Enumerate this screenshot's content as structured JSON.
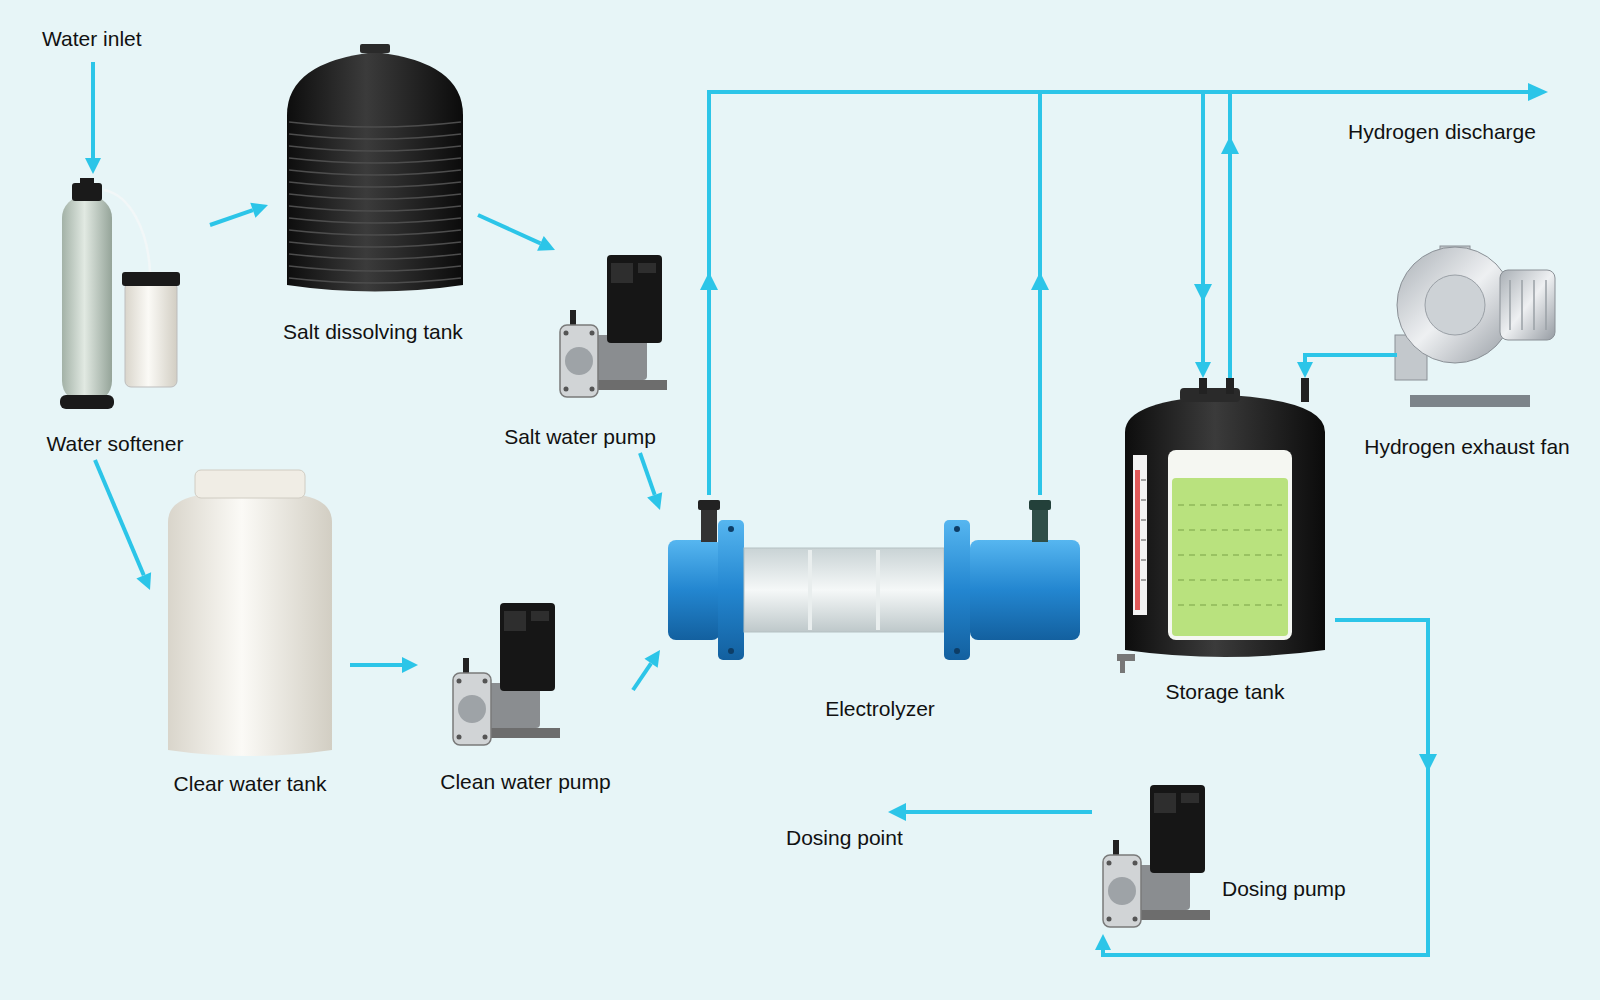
{
  "diagram": {
    "nodes": [
      {
        "text": [
          "Water softener"
        ]
      },
      {
        "text": [
          "Salt dissolving tank"
        ]
      },
      {
        "text": [
          "Salt water pump"
        ]
      },
      {
        "text": [
          "Clear water tank"
        ]
      },
      {
        "text": [
          "Clean water pump"
        ]
      },
      {
        "text": [
          "Electrolyzer"
        ]
      },
      {
        "text": [
          "Storage tank"
        ]
      },
      {
        "text": [
          "Hydrogen exhaust fan"
        ]
      },
      {
        "text": [
          "Dosing pump"
        ]
      }
    ],
    "edges": [
      {
        "from": 0,
        "to": 1,
        "arrow": "to"
      },
      {
        "from": 0,
        "to": 3,
        "arrow": "to"
      },
      {
        "from": 1,
        "to": 2,
        "arrow": "to"
      },
      {
        "from": 2,
        "to": 5,
        "arrow": "to"
      },
      {
        "from": 3,
        "to": 4,
        "arrow": "to"
      },
      {
        "from": 4,
        "to": 5,
        "arrow": "to"
      },
      {
        "from": 5,
        "to": 6,
        "arrow": "to"
      },
      {
        "from": 7,
        "to": 6,
        "arrow": "to"
      },
      {
        "from": 6,
        "to": 8,
        "arrow": "to"
      }
    ],
    "labels": [
      "Water inlet",
      "Hydrogen discharge",
      "Dosing point"
    ]
  }
}
